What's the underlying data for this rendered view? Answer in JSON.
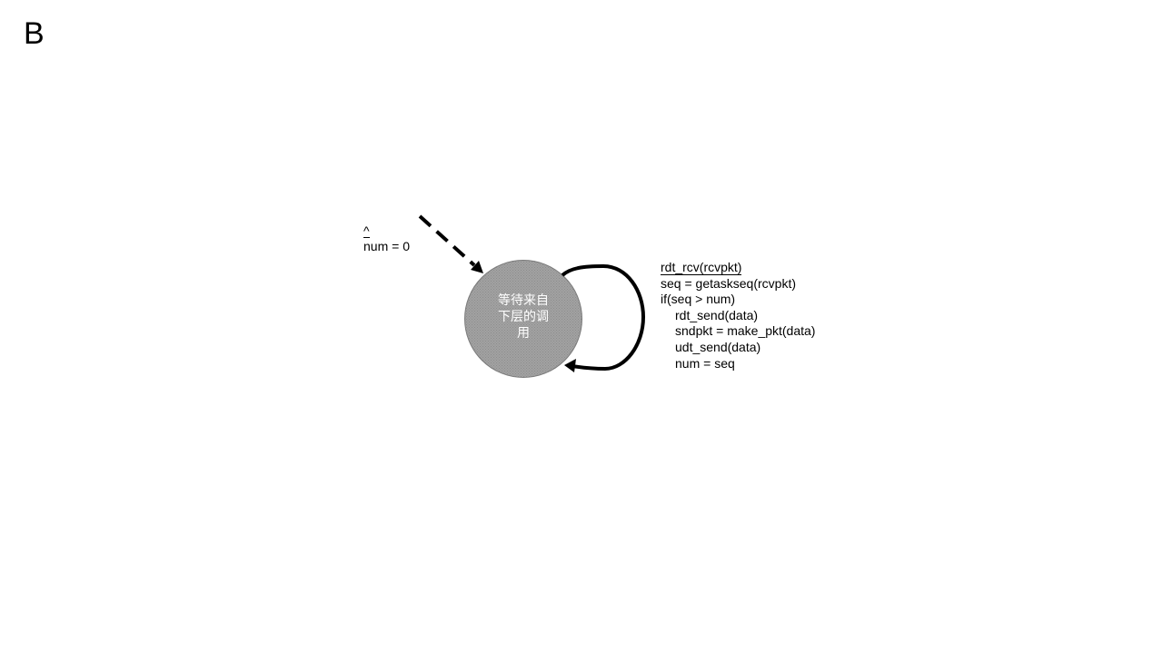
{
  "slide": {
    "label": "B"
  },
  "state": {
    "name_lines": [
      "等待来自",
      "下层的调",
      "用"
    ],
    "fill": "#9a9a9a"
  },
  "initial_transition": {
    "event": "^",
    "action": "num = 0"
  },
  "self_transition": {
    "event": "rdt_rcv(rcvpkt)",
    "actions": [
      "seq = getaskseq(rcvpkt)",
      "if(seq > num)",
      "rdt_send(data)",
      "sndpkt = make_pkt(data)",
      "udt_send(data)",
      "num = seq"
    ]
  }
}
